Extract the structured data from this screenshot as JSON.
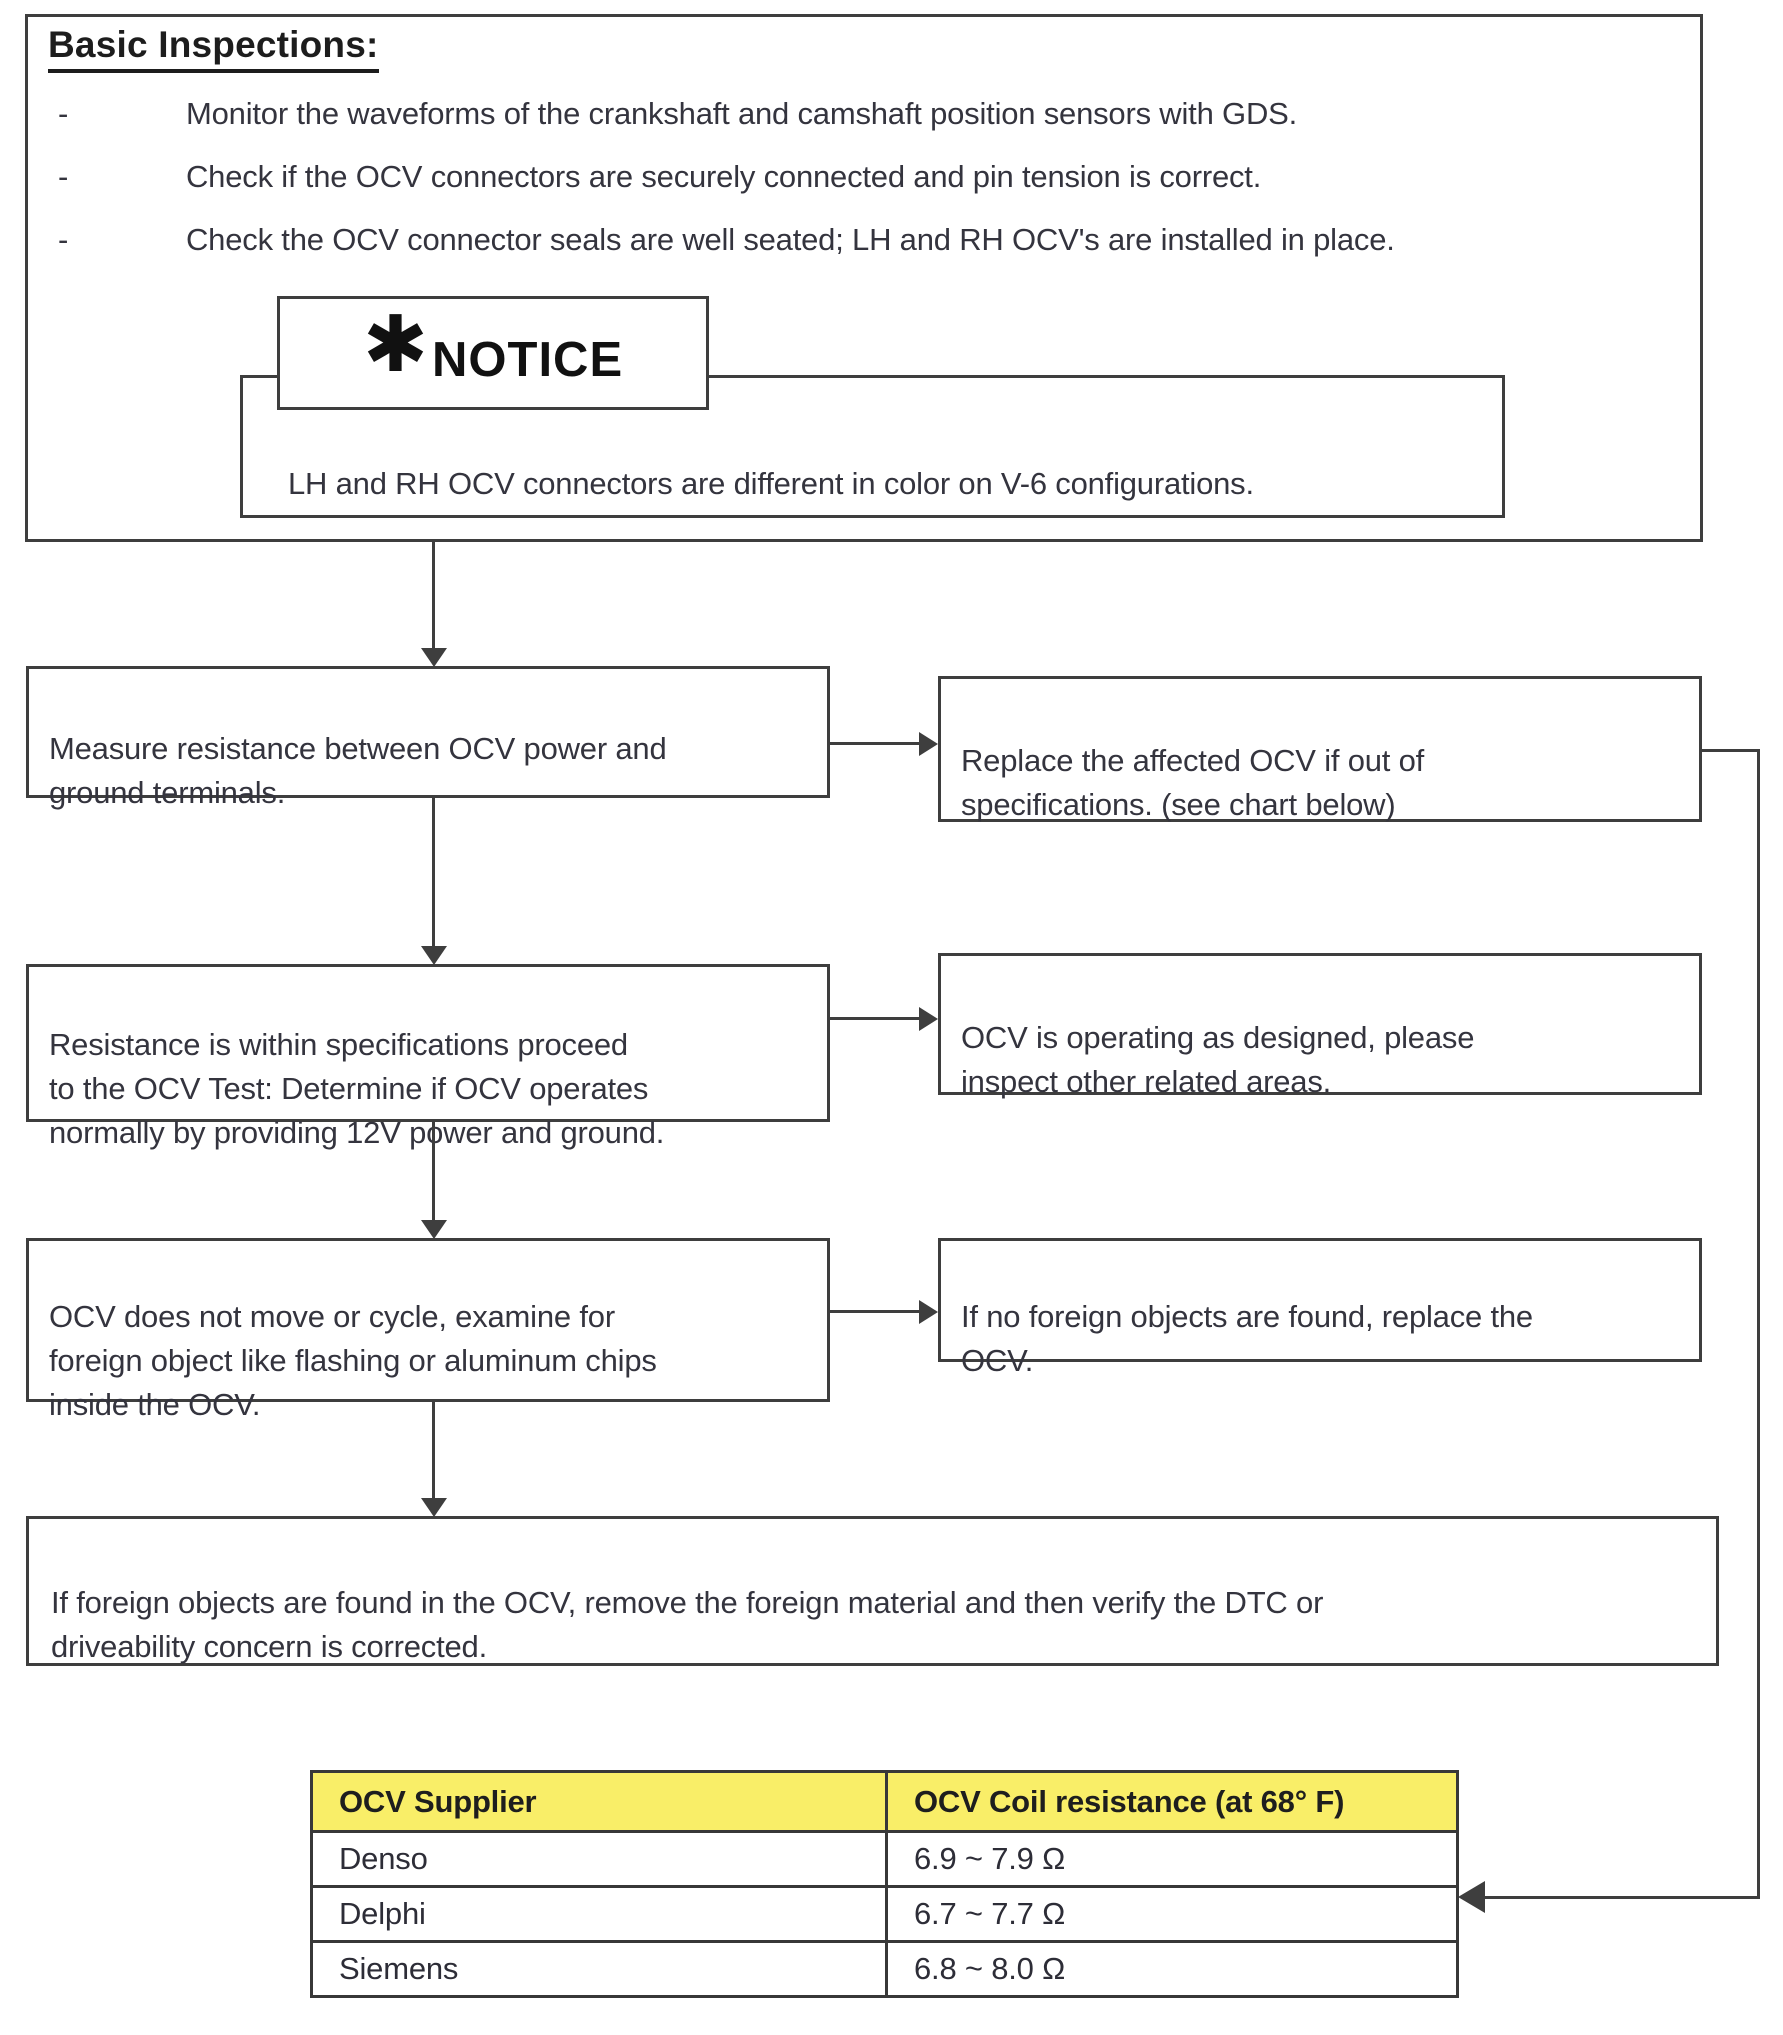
{
  "colors": {
    "line": "#3e3e3e",
    "text": "#34343e",
    "table_header_bg": "#f9ee68"
  },
  "basic_inspections": {
    "title": "Basic Inspections:",
    "bullets": [
      {
        "marker": "-",
        "text": "Monitor the waveforms of the crankshaft and camshaft position sensors with GDS."
      },
      {
        "marker": "-",
        "text": "Check if the OCV connectors are securely connected and pin tension is correct."
      },
      {
        "marker": "-",
        "text": "Check the OCV connector seals are well seated; LH and RH OCV's are installed in place."
      }
    ],
    "notice": {
      "asterisk": "✱",
      "label": "NOTICE",
      "text": "LH and RH OCV connectors are different in color on V-6 configurations."
    }
  },
  "flowchart": {
    "step1": {
      "text": "Measure resistance between OCV power and\nground terminals.",
      "result": "Replace the affected OCV if out of\nspecifications. (see chart below)"
    },
    "step2": {
      "text": "Resistance is within specifications proceed\nto the OCV Test: Determine if OCV operates\nnormally by providing 12V power and ground.",
      "result": "OCV is operating as designed, please\ninspect other related areas."
    },
    "step3": {
      "text": "OCV does not move or cycle, examine for\nforeign object like flashing or aluminum chips\ninside the OCV.",
      "result": "If no foreign objects are found, replace the\nOCV."
    },
    "final": "If foreign objects are found in the OCV, remove the foreign material and then verify the DTC or\ndriveability concern is corrected."
  },
  "table": {
    "headers": [
      "OCV Supplier",
      "OCV Coil resistance (at 68° F)"
    ],
    "rows": [
      {
        "supplier": "Denso",
        "resistance": "6.9 ~ 7.9 Ω"
      },
      {
        "supplier": "Delphi",
        "resistance": "6.7 ~ 7.7 Ω"
      },
      {
        "supplier": "Siemens",
        "resistance": "6.8 ~ 8.0 Ω"
      }
    ]
  }
}
